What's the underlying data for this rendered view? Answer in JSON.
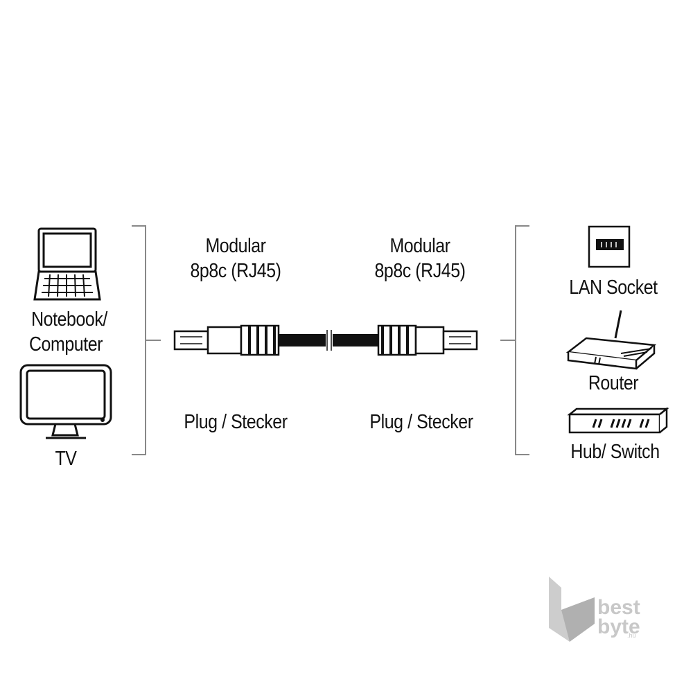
{
  "left_devices": {
    "computer_label_1": "Notebook/",
    "computer_label_2": "Computer",
    "tv_label": "TV"
  },
  "connectors": {
    "left": {
      "type_1": "Modular",
      "type_2": "8p8c (RJ45)",
      "gender": "Plug / Stecker"
    },
    "right": {
      "type_1": "Modular",
      "type_2": "8p8c (RJ45)",
      "gender": "Plug / Stecker"
    }
  },
  "right_devices": {
    "lan_socket": "LAN Socket",
    "router": "Router",
    "hub_switch": "Hub/ Switch"
  },
  "watermark": {
    "line_1": "best",
    "line_2": "byte",
    "suffix": ".hu"
  },
  "colors": {
    "line": "#111111",
    "bracket": "#888888",
    "watermark": "#c8c8c8"
  }
}
